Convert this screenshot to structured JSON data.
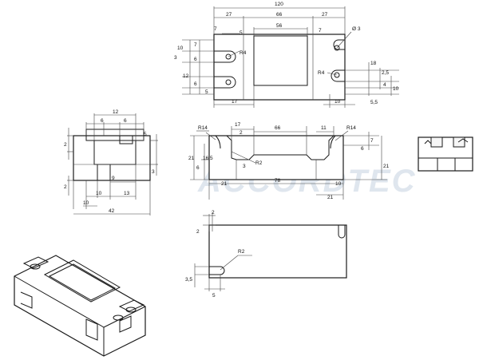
{
  "watermark": "ACCORDTEC",
  "top_view": {
    "overall": "120",
    "left": "27",
    "middle": "66",
    "right": "27",
    "inner": "56",
    "d7l": "7",
    "d5": "5",
    "d7r": "7",
    "hole": "Ø 3",
    "r_left": "R4",
    "r_right": "R4",
    "v10": "10",
    "v7": "7",
    "v3": "3",
    "v6": "6",
    "v12": "12",
    "v6b": "6",
    "v5": "5",
    "r18": "18",
    "r25": "2,5",
    "r4": "4",
    "r10": "10",
    "r55": "5,5",
    "b17": "17",
    "b10": "10"
  },
  "side_view": {
    "w12": "12",
    "w6a": "6",
    "w6b": "6",
    "h2": "2",
    "h5": "5",
    "h3": "3",
    "h2b": "2",
    "w9": "9",
    "w10": "10",
    "w13": "13",
    "w10b": "10",
    "w42": "42"
  },
  "front_view": {
    "r14l": "R14",
    "d17": "17",
    "d2": "2",
    "d66": "66",
    "d11": "11",
    "r14r": "R14",
    "h21": "21",
    "h165": "16,5",
    "h6": "6",
    "r2": "R2",
    "d3": "3",
    "d21a": "21",
    "d78": "78",
    "d10": "10",
    "d21b": "21",
    "rv7": "7",
    "rv6": "6",
    "rv21": "21"
  },
  "bottom_view": {
    "d2a": "2",
    "d2b": "2",
    "r2": "R2",
    "d35": "3,5",
    "d5": "5"
  }
}
